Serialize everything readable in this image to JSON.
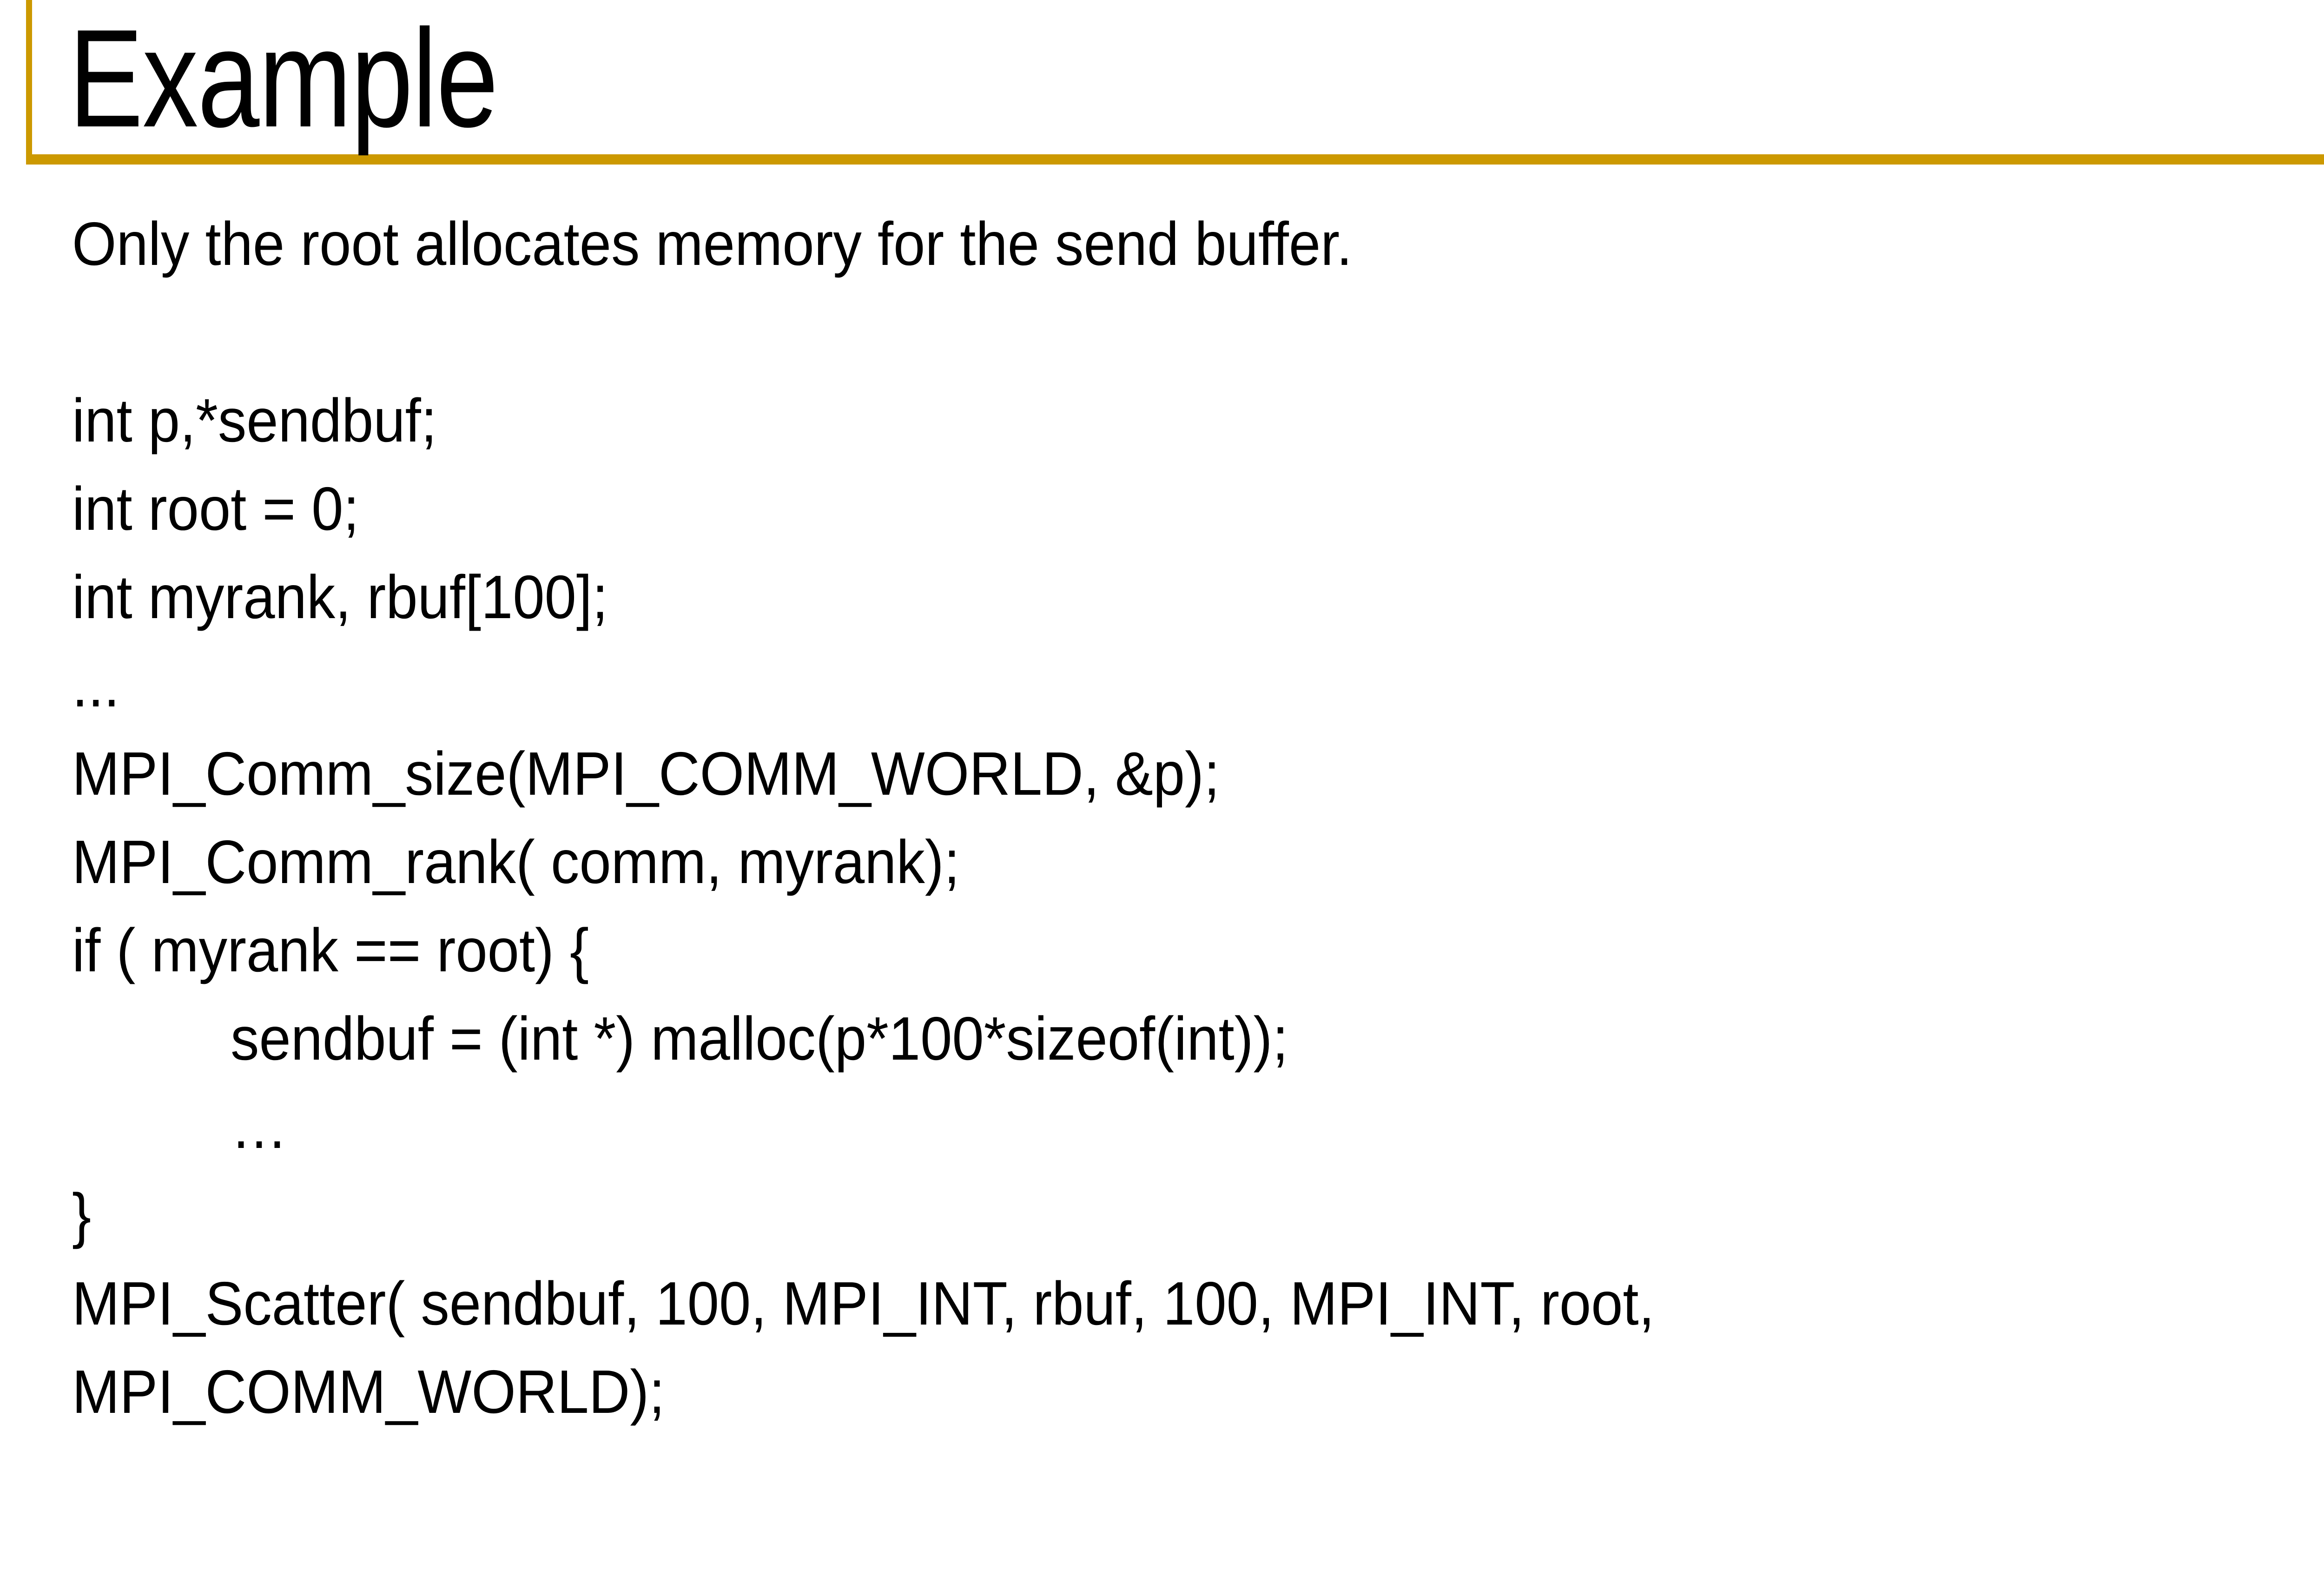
{
  "slide": {
    "title": "Example",
    "accent_color": "#cc9900",
    "background_color": "#ffffff",
    "text_color": "#000000",
    "intro": "Only the root allocates memory for the send buffer.",
    "code_lines": [
      {
        "text": "int p,*sendbuf;",
        "indent": 0
      },
      {
        "text": "int root = 0;",
        "indent": 0
      },
      {
        "text": "int myrank, rbuf[100];",
        "indent": 0
      },
      {
        "text": "...",
        "indent": 0
      },
      {
        "text": "MPI_Comm_size(MPI_COMM_WORLD, &p);",
        "indent": 0
      },
      {
        "text": "MPI_Comm_rank( comm, myrank);",
        "indent": 0
      },
      {
        "text": "if ( myrank == root) {",
        "indent": 0
      },
      {
        "text": "        sendbuf = (int *) malloc(p*100*sizeof(int));",
        "indent": 1
      },
      {
        "text": "        …",
        "indent": 1
      },
      {
        "text": "}",
        "indent": 0
      },
      {
        "text": "MPI_Scatter( sendbuf, 100, MPI_INT, rbuf, 100, MPI_INT, root,",
        "indent": 0
      },
      {
        "text": "MPI_COMM_WORLD);",
        "indent": 0
      }
    ],
    "lines": {
      "l0": "Only the root allocates memory for the send buffer.",
      "l1": "",
      "l2": "int p,*sendbuf;",
      "l3": "int root = 0;",
      "l4": "int myrank, rbuf[100];",
      "l5": "...",
      "l6": "MPI_Comm_size(MPI_COMM_WORLD, &p);",
      "l7": "MPI_Comm_rank( comm, myrank);",
      "l8": "if ( myrank == root) {",
      "l9": "          sendbuf = (int *) malloc(p*100*sizeof(int));",
      "l10": "          …",
      "l11": "}",
      "l12": "MPI_Scatter( sendbuf, 100, MPI_INT, rbuf, 100, MPI_INT, root,",
      "l13": "MPI_COMM_WORLD);"
    }
  }
}
